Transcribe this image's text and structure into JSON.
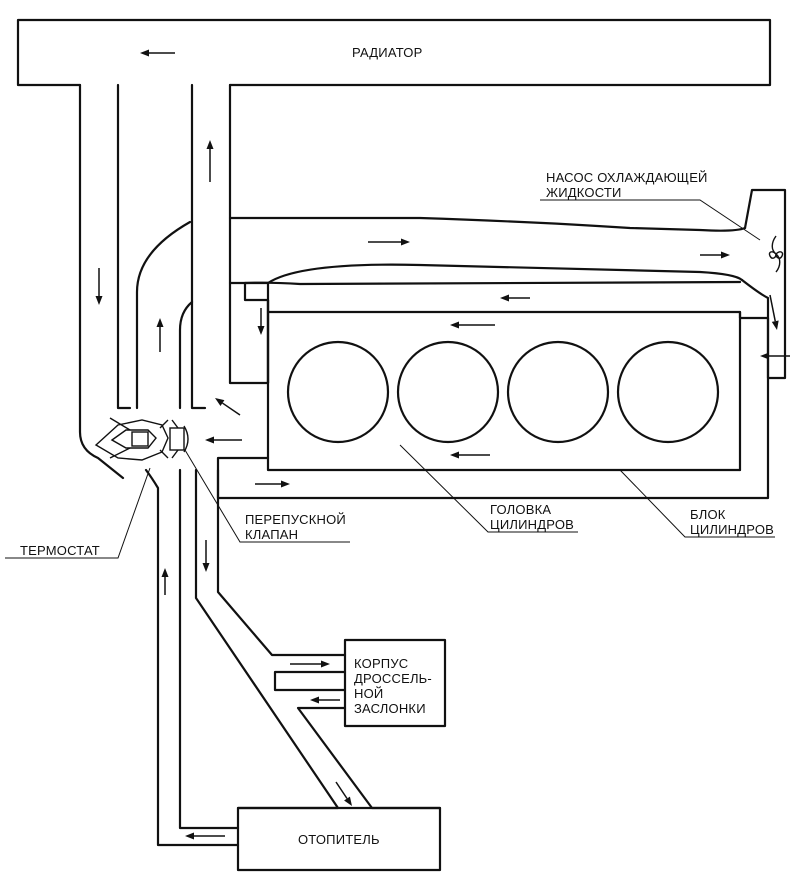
{
  "labels": {
    "radiator": "РАДИАТОР",
    "pump_line1": "НАСОС ОХЛАЖДАЮЩЕЙ",
    "pump_line2": "ЖИДКОСТИ",
    "bypass_line1": "ПЕРЕПУСКНОЙ",
    "bypass_line2": "КЛАПАН",
    "thermostat": "ТЕРМОСТАТ",
    "head_line1": "ГОЛОВКА",
    "head_line2": "ЦИЛИНДРОВ",
    "block_line1": "БЛОК",
    "block_line2": "ЦИЛИНДРОВ",
    "throttle_line1": "КОРПУС",
    "throttle_line2": "ДРОССЕЛЬ-",
    "throttle_line3": "НОЙ",
    "throttle_line4": "ЗАСЛОНКИ",
    "heater": "ОТОПИТЕЛЬ"
  },
  "colors": {
    "line": "#111111",
    "background": "#ffffff"
  }
}
